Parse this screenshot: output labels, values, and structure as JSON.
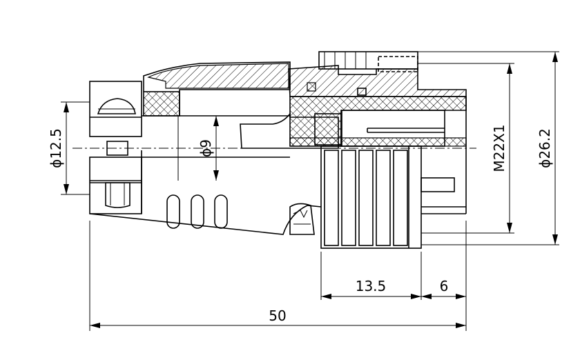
{
  "dimensions": {
    "overall_length": "50",
    "ring_length": "13.5",
    "thread_length": "6",
    "cable_dia": "ϕ12.5",
    "bore_dia": "ϕ9",
    "thread": "M22X1",
    "outer_dia": "ϕ26.2"
  },
  "colors": {
    "line": "#000000",
    "background": "#ffffff"
  }
}
